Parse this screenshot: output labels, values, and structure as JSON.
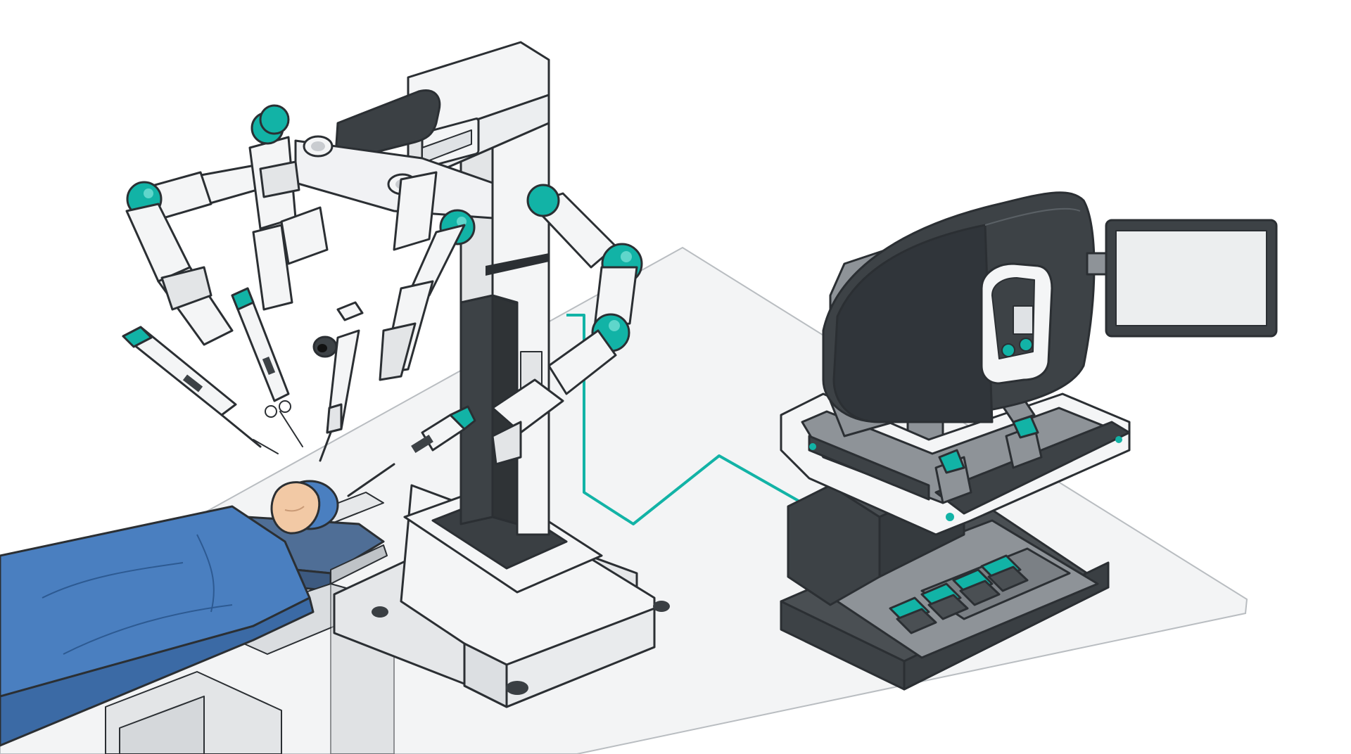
{
  "scene": {
    "background_color": "#ffffff",
    "floor_color": "#f3f4f5",
    "accent_color": "#12b3a6",
    "robot_white": "#f4f5f6",
    "robot_gray": "#c9ccd0",
    "console_dark": "#3d4246",
    "drape_blue": "#4a7fc0",
    "monitor_screen": "#eceeef"
  },
  "objects": {
    "patient_cart": "patient-side-cart",
    "surgeon_console": "surgeon-console",
    "operating_table": "operating-table",
    "patient": "draped-patient",
    "data_cable": "data-cable"
  }
}
